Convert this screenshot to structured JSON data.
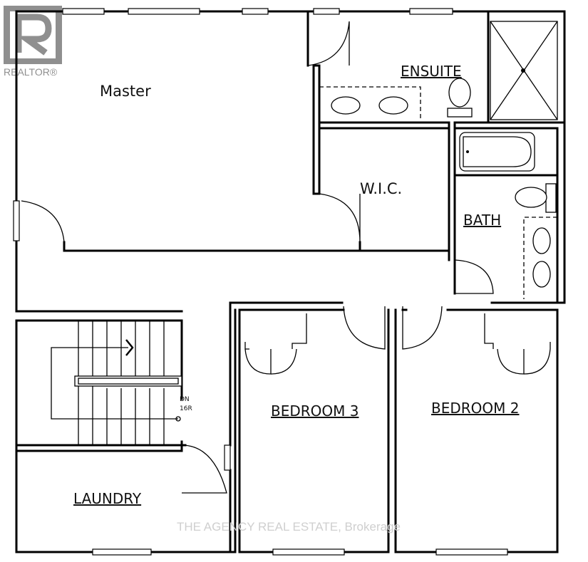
{
  "logo": {
    "text": "REALTOR®"
  },
  "rooms": {
    "master": "Master",
    "ensuite": "ENSUITE",
    "wic": "W.I.C.",
    "bath": "BATH",
    "bedroom3": "BEDROOM 3",
    "bedroom2": "BEDROOM 2",
    "laundry": "LAUNDRY"
  },
  "stairs": {
    "dn": "DN",
    "risers": "16R"
  },
  "watermark": "THE AGENCY REAL ESTATE, Brokerage"
}
